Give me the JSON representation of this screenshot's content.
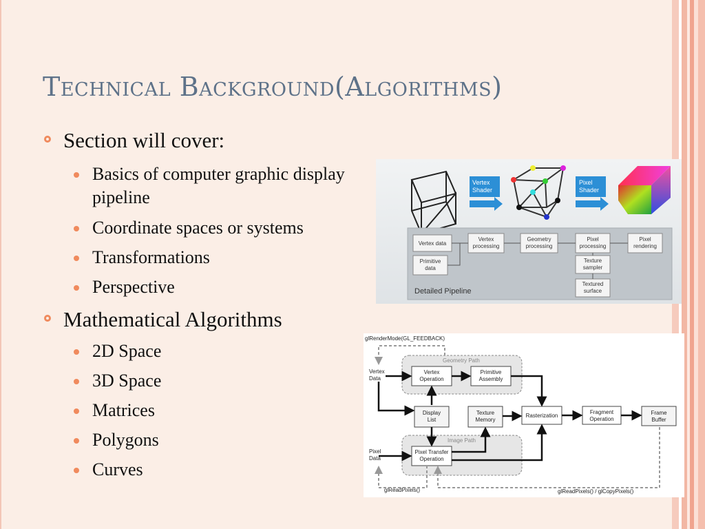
{
  "slide": {
    "title": "Technical Background(Algorithms)",
    "sections": [
      {
        "heading": "Section will cover:",
        "items": [
          "Basics of computer graphic display pipeline",
          "Coordinate spaces or systems",
          "Transformations",
          "Perspective"
        ]
      },
      {
        "heading": "Mathematical Algorithms",
        "items": [
          "2D Space",
          "3D Space",
          "Matrices",
          "Polygons",
          "Curves"
        ]
      }
    ]
  },
  "pipeline_image": {
    "vertex_shader": "Vertex Shader",
    "pixel_shader": "Pixel Shader",
    "boxes": [
      "Vertex data",
      "Vertex processing",
      "Geometry processing",
      "Pixel processing",
      "Pixel rendering",
      "Primitive data",
      "Texture sampler",
      "Textured surface"
    ],
    "caption": "Detailed Pipeline"
  },
  "opengl_diagram": {
    "render_mode": "glRenderMode(GL_FEEDBACK)",
    "geometry_path": "Geometry Path",
    "image_path": "Image Path",
    "vertex_data": "Vertex Data",
    "pixel_data": "Pixel Data",
    "vertex_operation": "Vertex Operation",
    "primitive_assembly": "Primitive Assembly",
    "display_list": "Display List",
    "texture_memory": "Texture Memory",
    "rasterization": "Rasterization",
    "fragment_operation": "Fragment Operation",
    "frame_buffer": "Frame Buffer",
    "pixel_transfer": "Pixel Transfer Operation",
    "read_pixels": "glReadPixels()",
    "read_copy_pixels": "glReadPixels() / glCopyPixels()"
  },
  "colors": {
    "accent": "#f08a5d",
    "title": "#5e7289",
    "background": "#fbeee6"
  }
}
